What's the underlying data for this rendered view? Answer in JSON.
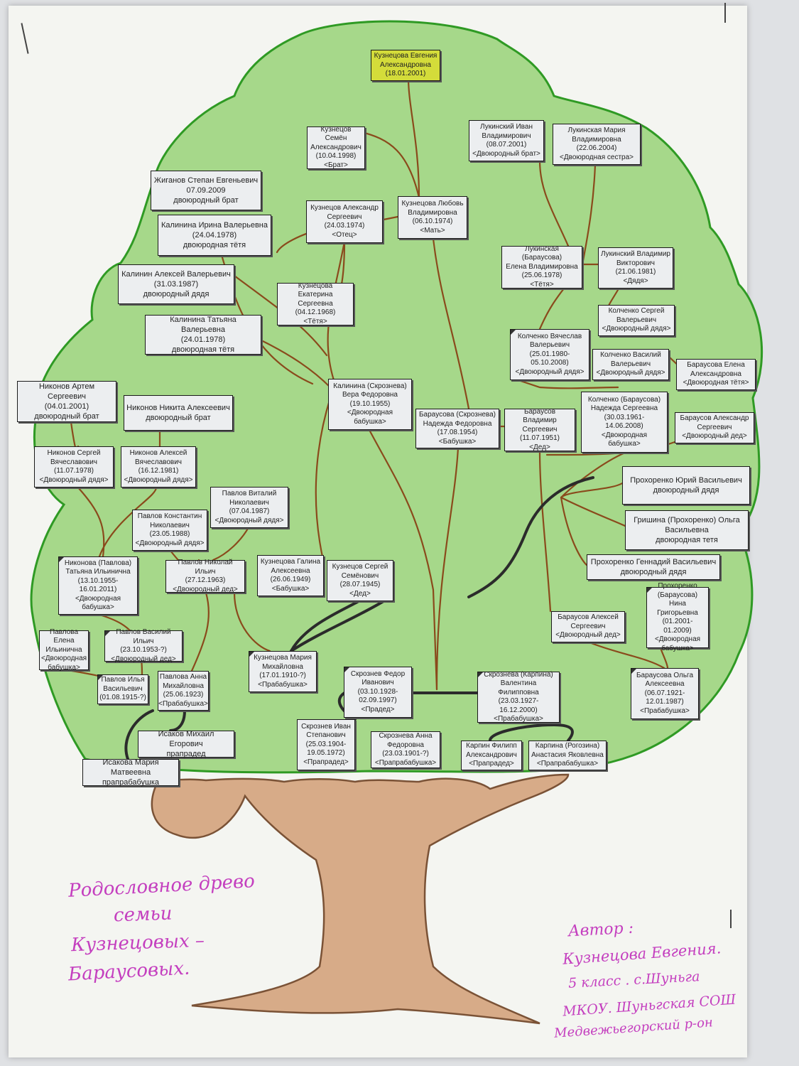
{
  "colors": {
    "crown": "#a6d88a",
    "crown_edge": "#2f9a24",
    "trunk": "#d7ab88",
    "trunk_edge": "#7a5236",
    "branch": "#8a4a1c",
    "branch_dark": "#2b2b2b",
    "root_card": "#d4dc3a",
    "card_bg": "#eceef0",
    "handwriting": "#c43fbf"
  },
  "cards": [
    {
      "id": "evgeniya",
      "text": "Кузнецова Евгения\nАлександровна\n(18.01.2001)",
      "root": true
    },
    {
      "id": "semen",
      "text": "Кузнецов Семён\nАлександрович\n(10.04.1998)\n<Брат>"
    },
    {
      "id": "ivan_l",
      "text": "Лукинский Иван\nВладимирович\n(08.07.2001)\n<Двоюродный брат>"
    },
    {
      "id": "maria_l",
      "text": "Лукинская Мария\nВладимировна\n(22.06.2004)\n<Двоюродная сестра>"
    },
    {
      "id": "zhiganov",
      "text": "Жиганов Степан Евгеньевич\n07.09.2009\nдвоюродный брат",
      "big": true
    },
    {
      "id": "irina_k",
      "text": "Калинина Ирина Валерьевна\n(24.04.1978)\nдвоюродная тётя",
      "big": true
    },
    {
      "id": "alexandr",
      "text": "Кузнецов Александр\nСергеевич\n(24.03.1974)\n<Отец>"
    },
    {
      "id": "lubov",
      "text": "Кузнецова Любовь\nВладимировна\n(06.10.1974)\n<Мать>"
    },
    {
      "id": "alexey_k",
      "text": "Калинин Алексей Валерьевич\n(31.03.1987)\nдвоюродный дядя",
      "big": true
    },
    {
      "id": "ekaterina",
      "text": "Кузнецова Екатерина\nСергеевна\n(04.12.1968)\n<Тётя>"
    },
    {
      "id": "elena_l",
      "text": "Лукинская (Барaусова)\nЕлена Владимировна\n(25.06.1978)\n<Тётя>"
    },
    {
      "id": "vladimir_l",
      "text": "Лукинский Владимир\nВикторович\n(21.06.1981)\n<Дядя>"
    },
    {
      "id": "tatiana_k",
      "text": "Калинина Татьяна Валерьевна\n(24.01.1978)\nдвоюродная тётя",
      "big": true
    },
    {
      "id": "sergey_kol",
      "text": "Колченко Сергей\nВалерьевич\n<Двоюродный дядя>"
    },
    {
      "id": "vyacheslav",
      "text": "Колченко Вячеслав\nВалерьевич\n(25.01.1980-\n05.10.2008)\n<Двоюродный дядя>",
      "flag": true
    },
    {
      "id": "vasiliy_kol",
      "text": "Колченко Василий\nВалерьевич\n<Двоюродный дядя>"
    },
    {
      "id": "elena_b",
      "text": "Барaусова Елена\nАлександровна\n<Двоюродная тётя>"
    },
    {
      "id": "artem",
      "text": "Никонов Артем Сергеевич\n(04.01.2001)\nдвоюродный брат",
      "big": true
    },
    {
      "id": "vera",
      "text": "Калинина (Скрознева)\nВера Федоровна\n(19.10.1955)\n<Двоюродная\nбабушка>"
    },
    {
      "id": "nadezhda_b",
      "text": "Барaусова (Скрознева)\nНадежда Федоровна\n(17.08.1954)\n<Бабушка>"
    },
    {
      "id": "vladimir_b",
      "text": "Барaусов Владимир\nСергеевич\n(11.07.1951)\n<Дед>"
    },
    {
      "id": "nadezhda_kol",
      "text": "Колченко (Барaусова)\nНадежда Сергеевна\n(30.03.1961-\n14.06.2008)\n<Двоюродная\nбабушка>"
    },
    {
      "id": "nikita",
      "text": "Никонов Никита Алексеевич\nдвоюродный брат",
      "big": true
    },
    {
      "id": "alexandr_b",
      "text": "Барaусов Александр\nСергеевич\n<Двоюродный дед>"
    },
    {
      "id": "sergey_n",
      "text": "Никонов Сергей\nВячеславович\n(11.07.1978)\n<Двоюродный дядя>"
    },
    {
      "id": "alexey_n",
      "text": "Никонов Алексей\nВячеславович\n(16.12.1981)\n<Двоюродный дядя>"
    },
    {
      "id": "yuriy",
      "text": "Прохоренко Юрий Васильевич\nдвоюродный дядя",
      "big": true
    },
    {
      "id": "vitaliy",
      "text": "Павлов Виталий\nНиколаевич\n(07.04.1987)\n<Двоюродный дядя>"
    },
    {
      "id": "grishina",
      "text": "Гришина (Прохоренко) Ольга\nВасильевна\nдвоюродная тетя",
      "big": true
    },
    {
      "id": "konstantin",
      "text": "Павлов Константин\nНиколаевич\n(23.05.1988)\n<Двоюродный дядя>"
    },
    {
      "id": "gennadiy",
      "text": "Прохоренко Геннадий Васильевич\nдвоюродный дядя",
      "big": true
    },
    {
      "id": "tatiana_n",
      "text": "Никонова (Павлова)\nТатьяна Ильинична\n(13.10.1955-\n16.01.2011)\n<Двоюродная\nбабушка>",
      "flag": true
    },
    {
      "id": "nikolay",
      "text": "Павлов Николай Ильич\n(27.12.1963)\n<Двоюродный дед>"
    },
    {
      "id": "galina",
      "text": "Кузнецова Галина\nАлексеевна\n(26.06.1949)\n<Бабушка>"
    },
    {
      "id": "sergey_k",
      "text": "Кузнецов Сергей\nСемёнович\n(28.07.1945)\n<Дед>"
    },
    {
      "id": "nina",
      "text": "Прохоренко\n(Барaусова) Нина\nГригорьевна\n(01.2001-01.2009)\n<Двоюродная\nбабушка>",
      "flag": true
    },
    {
      "id": "alexey_b",
      "text": "Барaусов Алексей\nСергеевич\n<Двоюродный дед>"
    },
    {
      "id": "elena_p",
      "text": "Павлова Елена\nИльинична\n<Двоюродная\nбабушка>"
    },
    {
      "id": "vasiliy_p",
      "text": "Павлов Василий Ильич\n(23.10.1953-?)\n<Двоюродный дед>",
      "flag": true
    },
    {
      "id": "maria_k",
      "text": "Кузнецова Мария\nМихайловна\n(17.01.1910-?)\n<Прабабушка>",
      "flag": true
    },
    {
      "id": "fedor",
      "text": "Скрознев Федор\nИванович\n(03.10.1928-\n02.09.1997)\n<Прадед>",
      "flag": true
    },
    {
      "id": "valentina",
      "text": "Скрознева (Карпина)\nВалентина Филипповна\n(23.03.1927-\n16.12.2000)\n<Прабабушка>",
      "flag": true
    },
    {
      "id": "olga_b",
      "text": "Барaусова Ольга\nАлексеевна\n(06.07.1921-\n12.01.1987)\n<Прабабушка>",
      "flag": true
    },
    {
      "id": "ilya",
      "text": "Павлов Илья\nВасильевич\n(01.08.1915-?)",
      "flag": true
    },
    {
      "id": "anna_p",
      "text": "Павлова Анна\nМихайловна\n(25.06.1923)\n<Прабабушка>"
    },
    {
      "id": "isakov",
      "text": "Исаков Михаил Егорович\nпрапрадед",
      "big": true
    },
    {
      "id": "ivan_s",
      "text": "Скрознев Иван\nСтепанович\n(25.03.1904-\n19.05.1972)\n<Прапрадед>"
    },
    {
      "id": "anna_s",
      "text": "Скрознева Анна\nФедоровна\n(23.03.1901-?)\n<Прапрабабушка>"
    },
    {
      "id": "filipp",
      "text": "Карпин Филипп\nАлександрович\n<Прапрадед>"
    },
    {
      "id": "anastasia",
      "text": "Карпина (Рогозина)\nАнастасия Яковлевна\n<Прапрабабушка>"
    },
    {
      "id": "isakova",
      "text": "Исакова Мария Матвеевна\nпрапрабабушка",
      "big": true
    }
  ],
  "caption": [
    "Родословное древо",
    "семьи",
    "Кузнецовых –",
    "Барaусовых."
  ],
  "author": [
    "Автор :",
    "Кузнецова Евгения.",
    "5 класс . с.Шуньга",
    "МКОУ. Шуньгская СОШ",
    "Медвежьегорский р-он"
  ]
}
